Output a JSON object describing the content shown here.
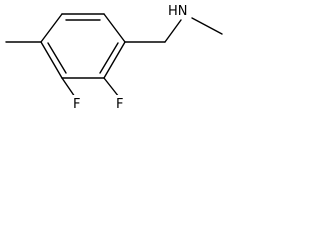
{
  "structure": {
    "labels": {
      "nh": "HN",
      "f_left": "F",
      "f_right": "F"
    }
  },
  "colors": {
    "bond": "#000000",
    "text": "#000000",
    "background": "#ffffff"
  }
}
